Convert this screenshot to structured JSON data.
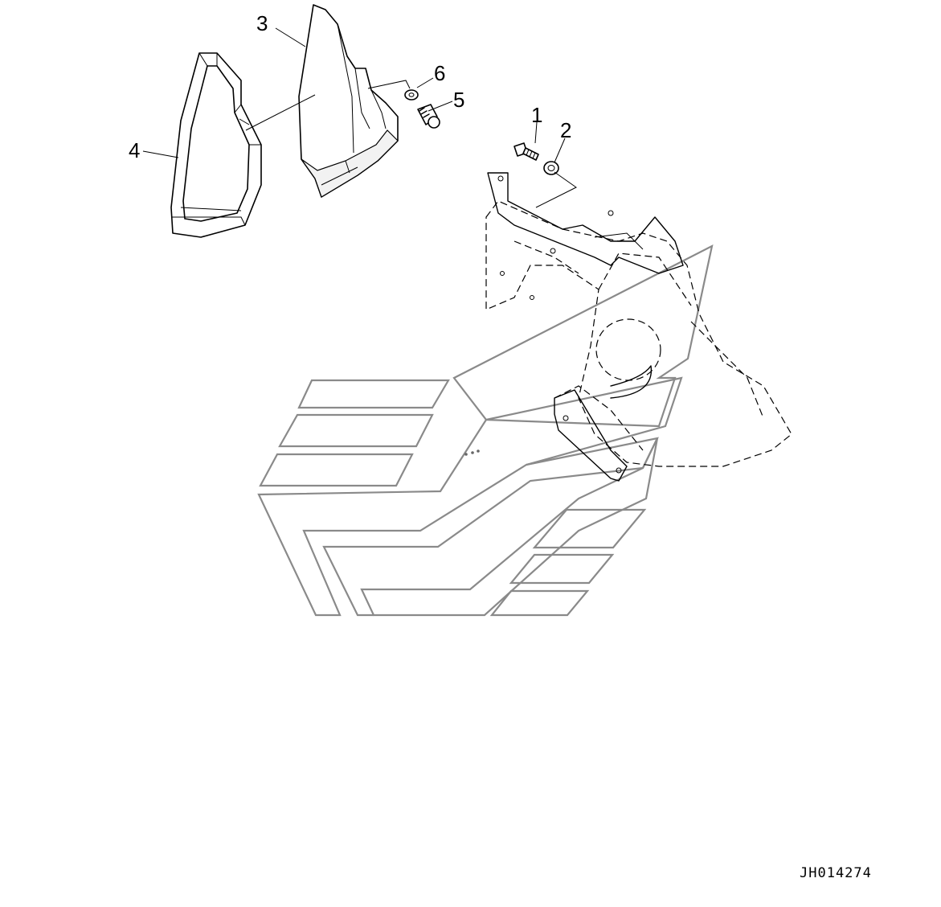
{
  "callouts": [
    {
      "id": "1",
      "label": "1"
    },
    {
      "id": "2",
      "label": "2"
    },
    {
      "id": "3",
      "label": "3"
    },
    {
      "id": "4",
      "label": "4"
    },
    {
      "id": "5",
      "label": "5"
    },
    {
      "id": "6",
      "label": "6"
    }
  ],
  "document_id": "JH014274"
}
